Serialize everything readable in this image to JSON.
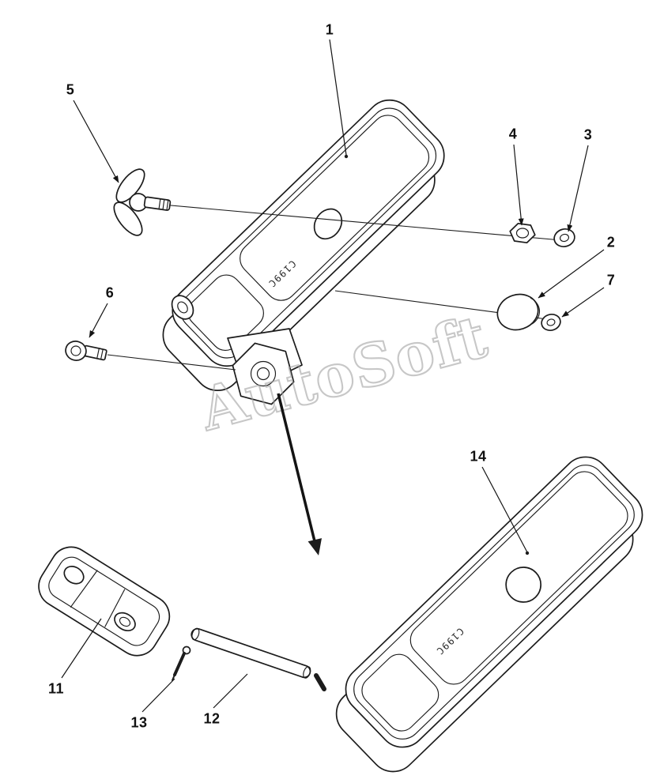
{
  "diagram": {
    "watermark": {
      "text": "AutoSoft",
      "color": "#a0a0a0"
    },
    "colors": {
      "background": "#ffffff",
      "line": "#1c1c1c"
    },
    "callouts": {
      "c1": "1",
      "c2": "2",
      "c3": "3",
      "c4": "4",
      "c5": "5",
      "c6": "6",
      "c7": "7",
      "c11": "11",
      "c12": "12",
      "c13": "13",
      "c14": "14"
    },
    "part_markings": {
      "upper_pedal": "C199C",
      "lower_pedal": "C199C"
    }
  }
}
